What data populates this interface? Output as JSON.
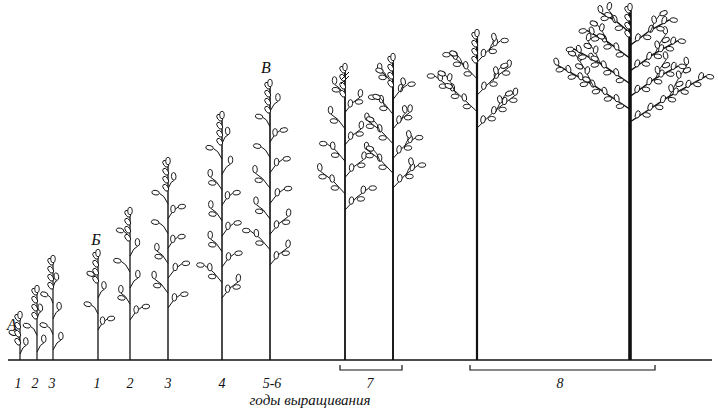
{
  "diagram": {
    "labels": [
      "А",
      "1",
      "2",
      "3",
      "Б",
      "1",
      "2",
      "3",
      "4",
      "В",
      "5-6",
      "7",
      "8",
      "годы выращивания"
    ]
  }
}
